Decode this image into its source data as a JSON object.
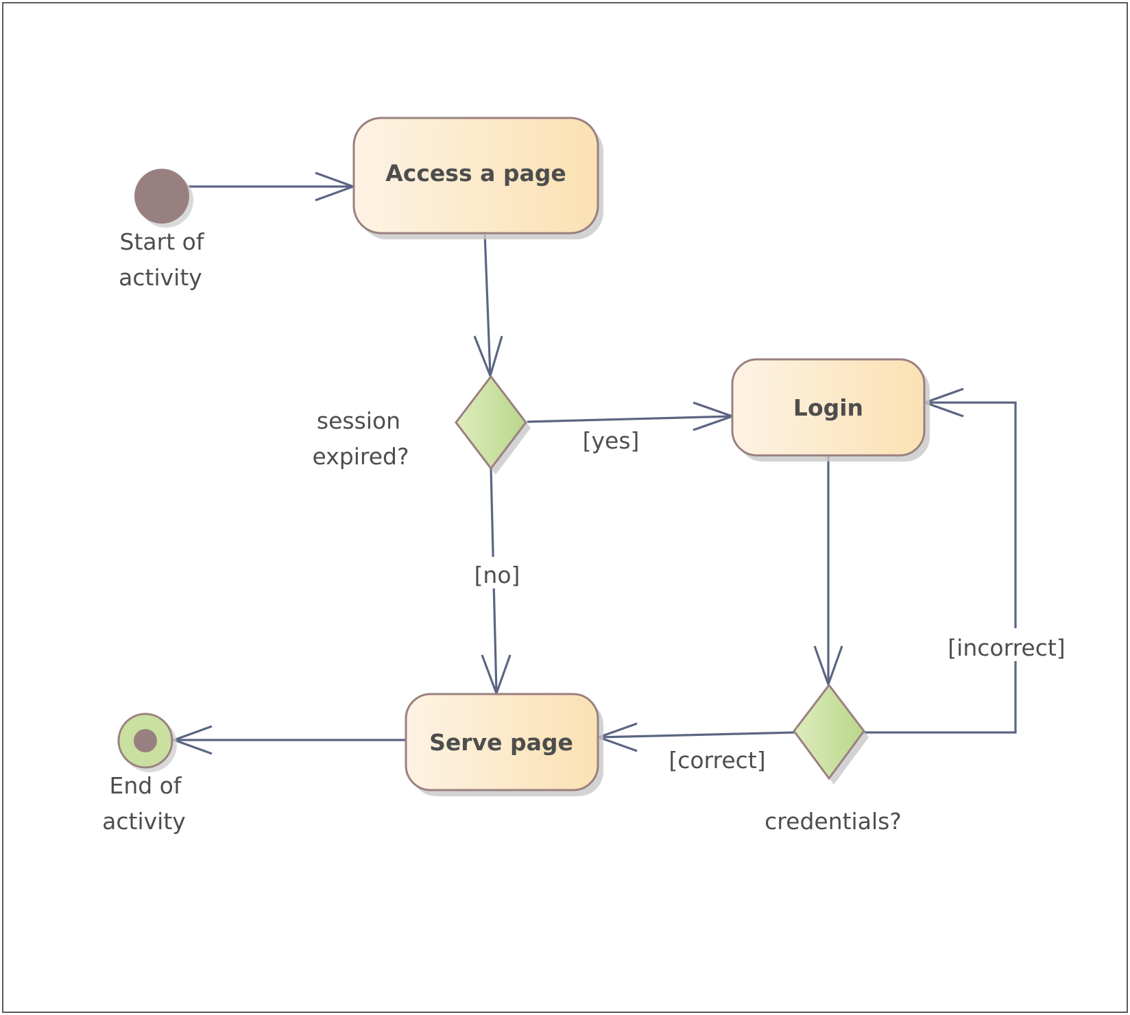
{
  "diagram": {
    "type": "uml-activity",
    "colors": {
      "edge": "#5b6582",
      "action_fill_start": "#fdf1df",
      "action_fill_end": "#fbe2b6",
      "action_stroke": "#9a8080",
      "decision_fill_start": "#dceab9",
      "decision_fill_end": "#bcd98e",
      "node_dot": "#9a8080",
      "final_ring": "#c9e0a0",
      "label_text": "#4d4d4d"
    },
    "initial": {
      "caption_line1": "Start of",
      "caption_line2": "activity"
    },
    "final": {
      "caption_line1": "End of",
      "caption_line2": "activity"
    },
    "actions": {
      "access": {
        "label": "Access a page"
      },
      "login": {
        "label": "Login"
      },
      "serve": {
        "label": "Serve page"
      }
    },
    "decisions": {
      "session": {
        "caption_line1": "session",
        "caption_line2": "expired?"
      },
      "credentials": {
        "caption": "credentials?"
      }
    },
    "guards": {
      "yes": "[yes]",
      "no": "[no]",
      "correct": "[correct]",
      "incorrect": "[incorrect]"
    },
    "edges": [
      {
        "from": "initial",
        "to": "access"
      },
      {
        "from": "access",
        "to": "session"
      },
      {
        "from": "session",
        "to": "login",
        "guard": "[yes]"
      },
      {
        "from": "session",
        "to": "serve",
        "guard": "[no]"
      },
      {
        "from": "login",
        "to": "credentials"
      },
      {
        "from": "credentials",
        "to": "serve",
        "guard": "[correct]"
      },
      {
        "from": "credentials",
        "to": "login",
        "guard": "[incorrect]"
      },
      {
        "from": "serve",
        "to": "final"
      }
    ]
  }
}
